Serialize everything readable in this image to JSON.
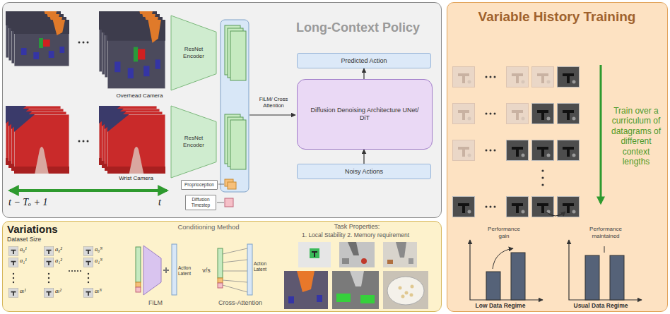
{
  "diagram": {
    "nodes": [
      {
        "text": [
          "Long-Context Policy"
        ]
      },
      {
        "text": [
          "ResNet Encoder"
        ],
        "in": 0
      },
      {
        "text": [
          "ResNet Encoder"
        ],
        "in": 0
      },
      {
        "text": [
          "Predicted Action"
        ],
        "in": 0
      },
      {
        "text": [
          "Diffusion Denoising Architecture UNet/ DiT"
        ],
        "in": 0
      },
      {
        "text": [
          "Noisy Actions"
        ],
        "in": 0
      },
      {
        "text": [
          "Proprioception"
        ],
        "in": 0
      },
      {
        "text": [
          "Diffusion Timestep"
        ],
        "in": 0
      },
      {
        "text": [
          "Variations"
        ]
      },
      {
        "text": [
          "Variable History Training"
        ]
      }
    ],
    "edges": [
      {
        "from": 4,
        "to": 3,
        "arrow": "to"
      },
      {
        "from": 5,
        "to": 4,
        "arrow": "to"
      }
    ],
    "labels": [
      "Overhead Camera",
      "Wrist Camera",
      "FiLM/ Cross Attention",
      "t − Tₒ + 1",
      "t",
      "Dataset Size",
      "a₀¹",
      "a₀²",
      "a₀ᴺ",
      "a₁¹",
      "a₁²",
      "a₁ᴺ",
      "aₜ¹",
      "aₜ²",
      "aₜᴺ",
      "Conditioning Method",
      "FiLM",
      "v/s",
      "Cross-Attention",
      "Action Latent",
      "Action Latent",
      "Task Properties:",
      "1. Local Stability 2. Memory requirement",
      "Train over a curriculum of datagrams of different context lengths",
      "Performance gain",
      "Performance maintained",
      "Low Data Regime",
      "Usual Data Regime"
    ]
  }
}
